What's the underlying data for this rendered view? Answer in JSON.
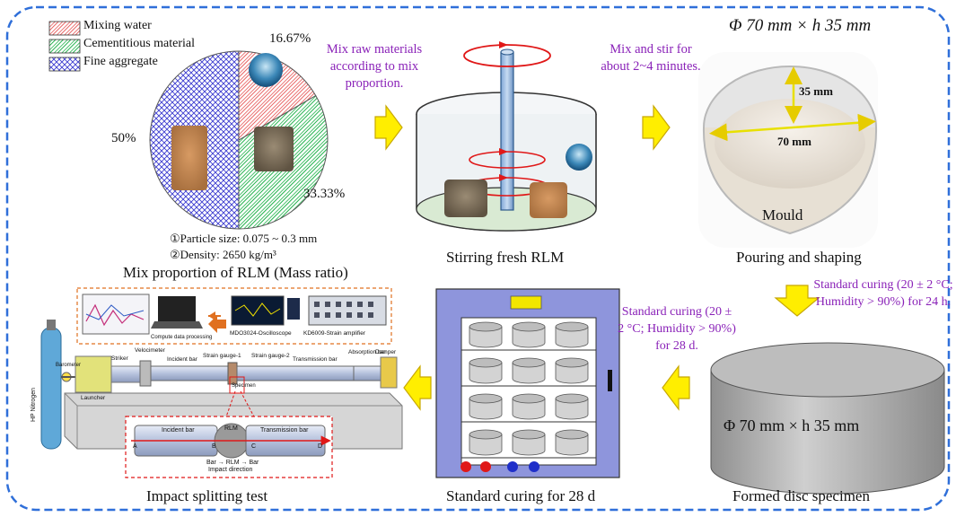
{
  "pie": {
    "legend": [
      {
        "label": "Mixing water",
        "color": "#e23b3b"
      },
      {
        "label": "Cementitious material",
        "color": "#22b24c"
      },
      {
        "label": "Fine aggregate",
        "color": "#3b3bd0"
      }
    ],
    "pct_water": "16.67%",
    "pct_cement": "33.33%",
    "pct_aggregate": "50%",
    "note1": "①Particle size: 0.075 ~ 0.3 mm",
    "note2": "②Density: 2650 kg/m³",
    "caption": "Mix proportion of RLM (Mass ratio)"
  },
  "chart_data": {
    "type": "pie",
    "categories": [
      "Mixing water",
      "Cementitious material",
      "Fine aggregate"
    ],
    "values": [
      16.67,
      33.33,
      50
    ],
    "title": "Mix proportion of RLM (Mass ratio)"
  },
  "steps": {
    "mix_note": "Mix raw materials according to mix proportion.",
    "stir_note": "Mix and stir for about 2~4 minutes.",
    "stir_caption": "Stirring fresh RLM",
    "mould_dims": "Φ 70 mm × h 35 mm",
    "mould_height": "35 mm",
    "mould_diameter": "70 mm",
    "mould_label": "Mould",
    "pour_caption": "Pouring and shaping",
    "cure24_note": "Standard curing (20 ± 2 °C; Humidity > 90%) for 24 h.",
    "disc_dims": "Φ 70 mm × h 35 mm",
    "disc_caption": "Formed disc specimen",
    "cure28_note": "Standard curing (20 ± 2 °C; Humidity > 90%) for 28 d.",
    "cure28_caption": "Standard curing for 28 d",
    "impact_caption": "Impact splitting test"
  },
  "shpb": {
    "computer": "Compute data processing",
    "oscilloscope": "MDO3024-Oscilloscope",
    "amplifier": "KD6009-Strain amplifier",
    "gas": "HP Nitrogen",
    "barometer": "Barometer",
    "launcher": "Launcher",
    "striker": "Striker",
    "velocimeter": "Velocimeter",
    "incident": "Incident bar",
    "gauge1": "Strain gauge-1",
    "gauge2": "Strain gauge-2",
    "transmission": "Transmission bar",
    "absorption": "Absorption bar",
    "damper": "Damper",
    "specimen": "Specimen",
    "detail_incident": "Incident bar",
    "detail_rlm": "RLM",
    "detail_transmission": "Transmission bar",
    "pt_a": "A",
    "pt_b": "B",
    "pt_c": "C",
    "pt_d": "D",
    "flow": "Bar → RLM → Bar",
    "direction": "Impact direction"
  }
}
